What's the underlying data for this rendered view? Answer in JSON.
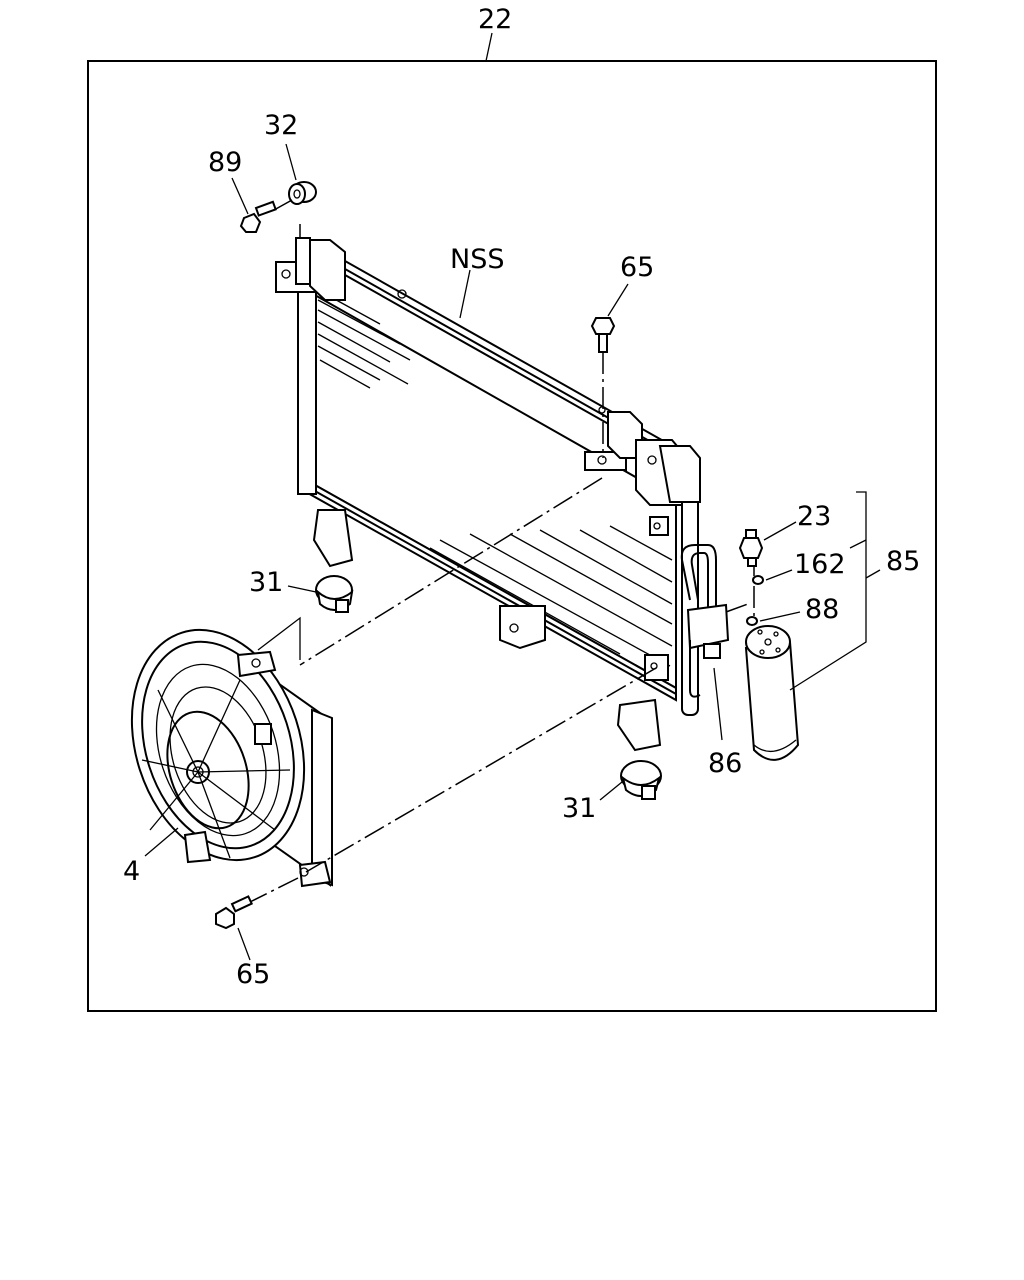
{
  "callouts": {
    "assembly": "22",
    "bushing_top": "32",
    "bolt_top_left": "89",
    "condenser": "NSS",
    "bolt_top_right": "65",
    "switch": "23",
    "o_ring_upper": "162",
    "receiver_drier": "85",
    "o_ring_lower": "88",
    "rubber_mount_left": "31",
    "bracket": "86",
    "rubber_mount_right": "31",
    "fan_motor": "4",
    "bolt_bottom": "65"
  },
  "colors": {
    "line": "#000000",
    "background": "#ffffff"
  }
}
